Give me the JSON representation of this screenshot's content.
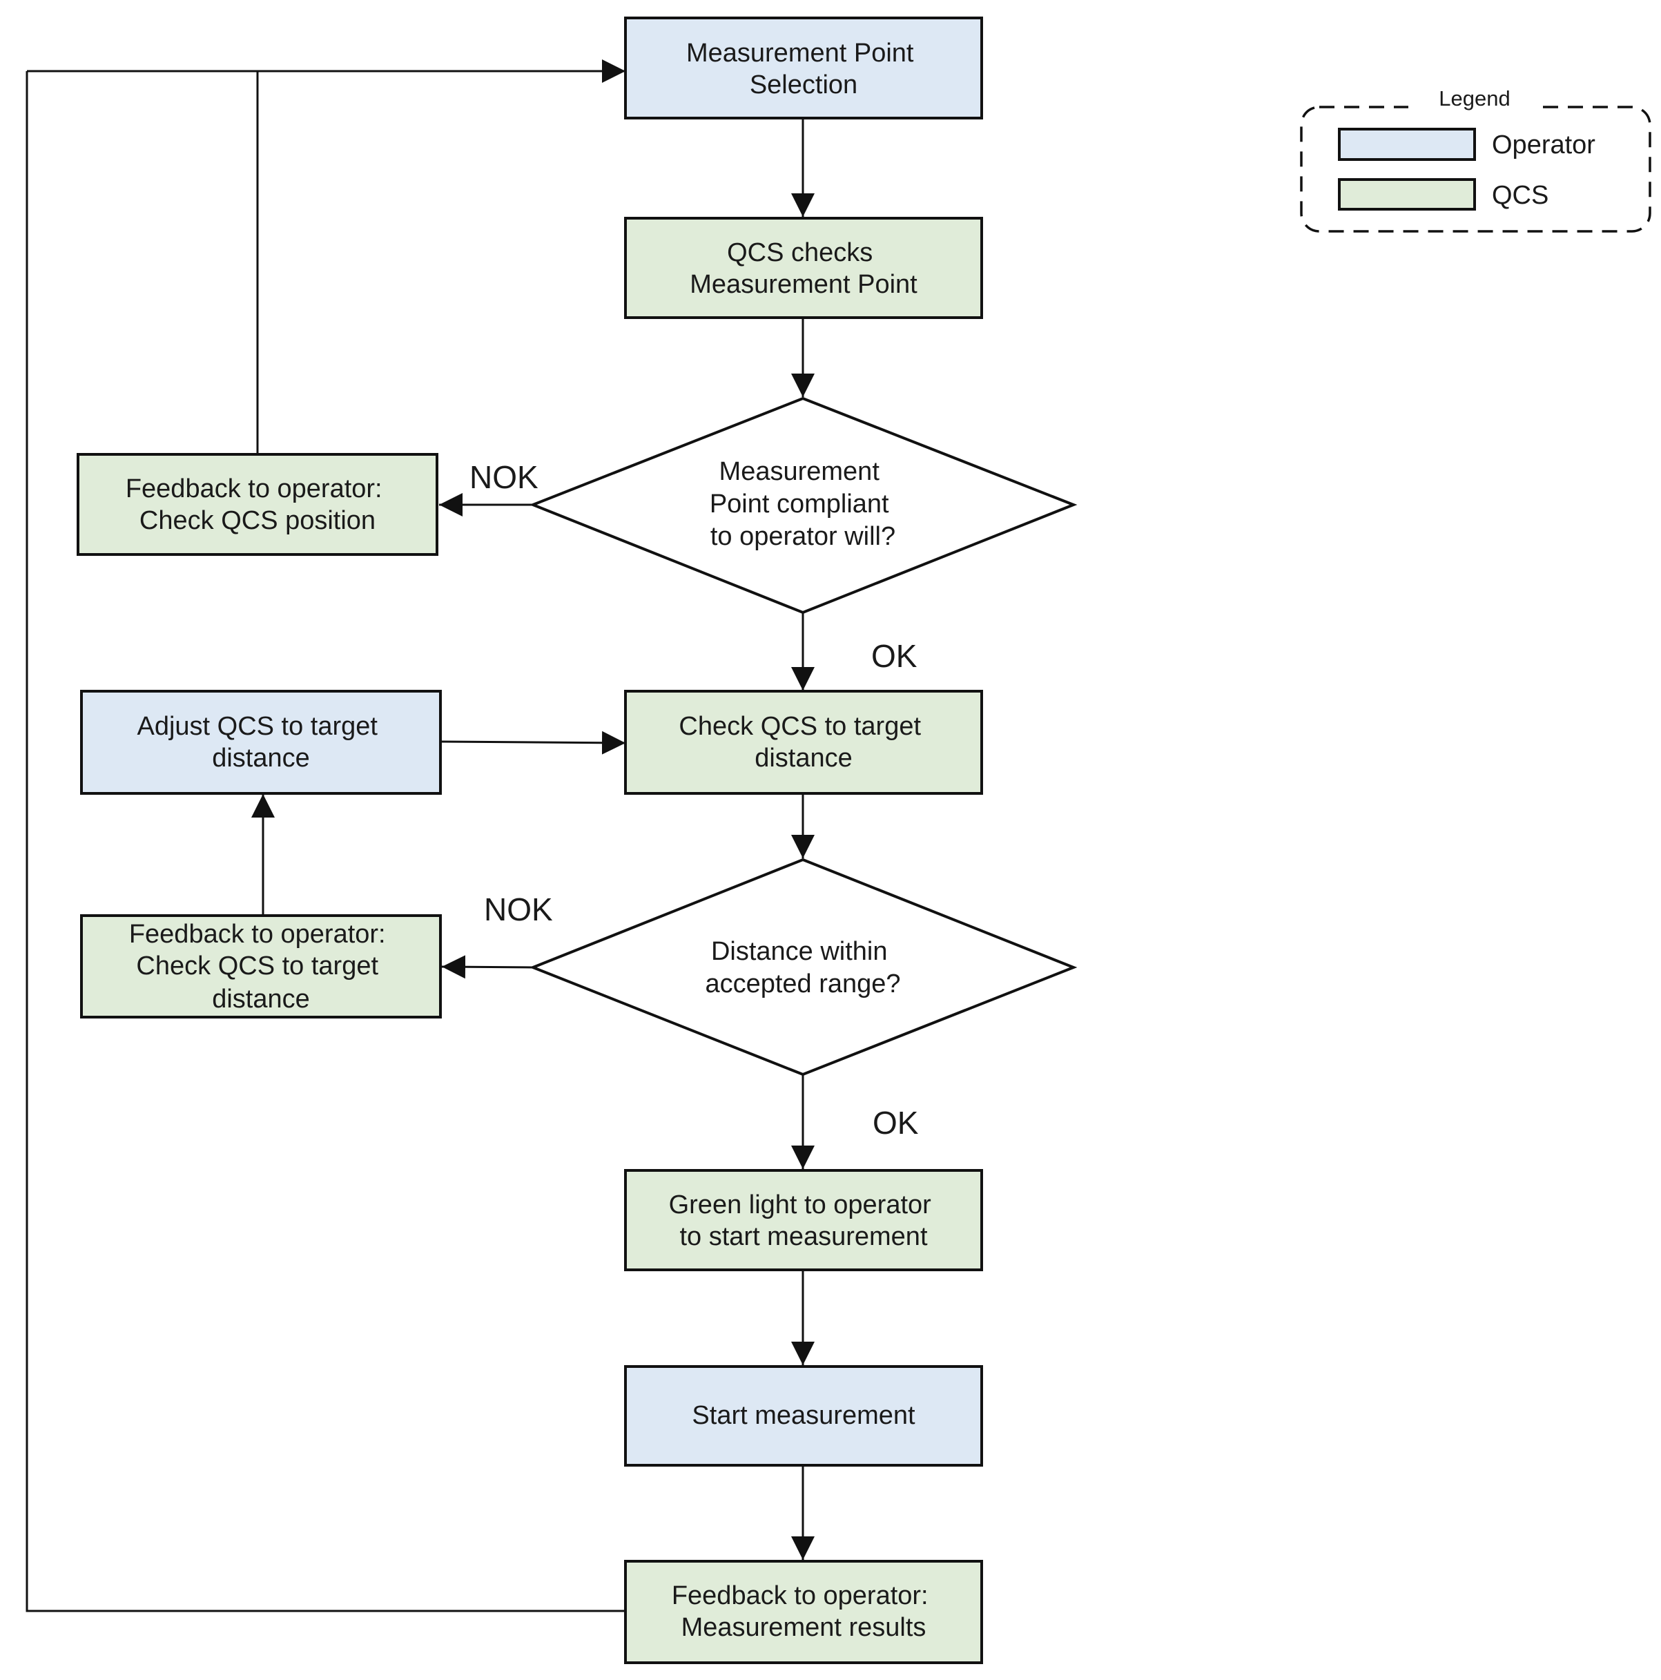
{
  "colors": {
    "operator_fill": "#dde8f4",
    "qcs_fill": "#e0ecd9",
    "stroke": "#111111",
    "background": "#ffffff"
  },
  "nodes": {
    "measurement_point_selection": {
      "lines": [
        "Measurement Point",
        "Selection"
      ],
      "role": "operator"
    },
    "qcs_checks_point": {
      "lines": [
        "QCS checks",
        "Measurement Point"
      ],
      "role": "qcs"
    },
    "decision_compliant": {
      "lines": [
        "Measurement",
        "Point compliant",
        "to operator will?"
      ],
      "role": "decision"
    },
    "feedback_check_position": {
      "lines": [
        "Feedback to operator:",
        "Check QCS position"
      ],
      "role": "qcs"
    },
    "adjust_qcs_distance": {
      "lines": [
        "Adjust QCS to target",
        "distance"
      ],
      "role": "operator"
    },
    "check_qcs_distance": {
      "lines": [
        "Check QCS to target",
        "distance"
      ],
      "role": "qcs"
    },
    "decision_distance": {
      "lines": [
        "Distance within",
        "accepted range?"
      ],
      "role": "decision"
    },
    "feedback_check_distance": {
      "lines": [
        "Feedback to operator:",
        "Check QCS to target",
        "distance"
      ],
      "role": "qcs"
    },
    "green_light": {
      "lines": [
        "Green light to operator",
        "to start measurement"
      ],
      "role": "qcs"
    },
    "start_measurement": {
      "lines": [
        "Start measurement"
      ],
      "role": "operator"
    },
    "feedback_results": {
      "lines": [
        "Feedback to operator:",
        "Measurement results"
      ],
      "role": "qcs"
    }
  },
  "edge_labels": {
    "nok_1": "NOK",
    "ok_1": "OK",
    "nok_2": "NOK",
    "ok_2": "OK"
  },
  "legend": {
    "title": "Legend",
    "items": [
      {
        "label": "Operator",
        "role": "operator"
      },
      {
        "label": "QCS",
        "role": "qcs"
      }
    ]
  }
}
